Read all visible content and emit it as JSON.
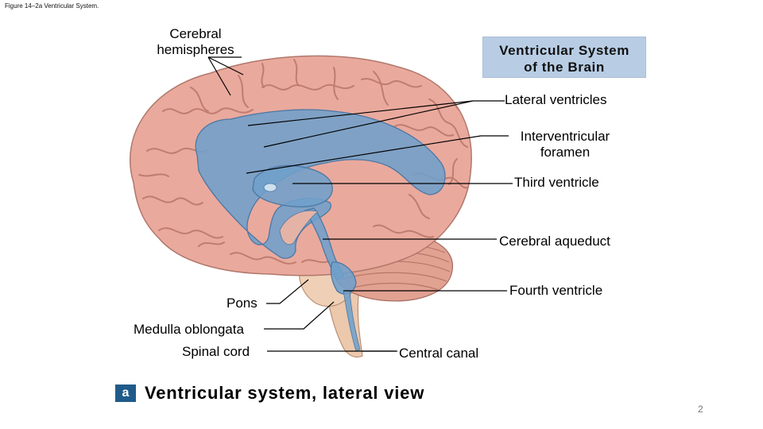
{
  "figure_caption": "Figure 14–2a Ventricular System.",
  "title_box": {
    "line1": "Ventricular System",
    "line2": "of the Brain"
  },
  "labels": {
    "cerebral_hemispheres": {
      "line1": "Cerebral",
      "line2": "hemispheres"
    },
    "lateral_ventricles": "Lateral ventricles",
    "interventricular_foramen": {
      "line1": "Interventricular",
      "line2": "foramen"
    },
    "third_ventricle": "Third ventricle",
    "cerebral_aqueduct": "Cerebral aqueduct",
    "fourth_ventricle": "Fourth ventricle",
    "pons": "Pons",
    "medulla_oblongata": "Medulla oblongata",
    "spinal_cord": "Spinal cord",
    "central_canal": "Central canal"
  },
  "view": {
    "badge": "a",
    "title": "Ventricular system, lateral view"
  },
  "page_number": "2",
  "colors": {
    "cortex": "#e8a59a",
    "ventricles": "#6f9fcb",
    "title_box": "#b8cde4",
    "badge": "#1f5b8a"
  }
}
